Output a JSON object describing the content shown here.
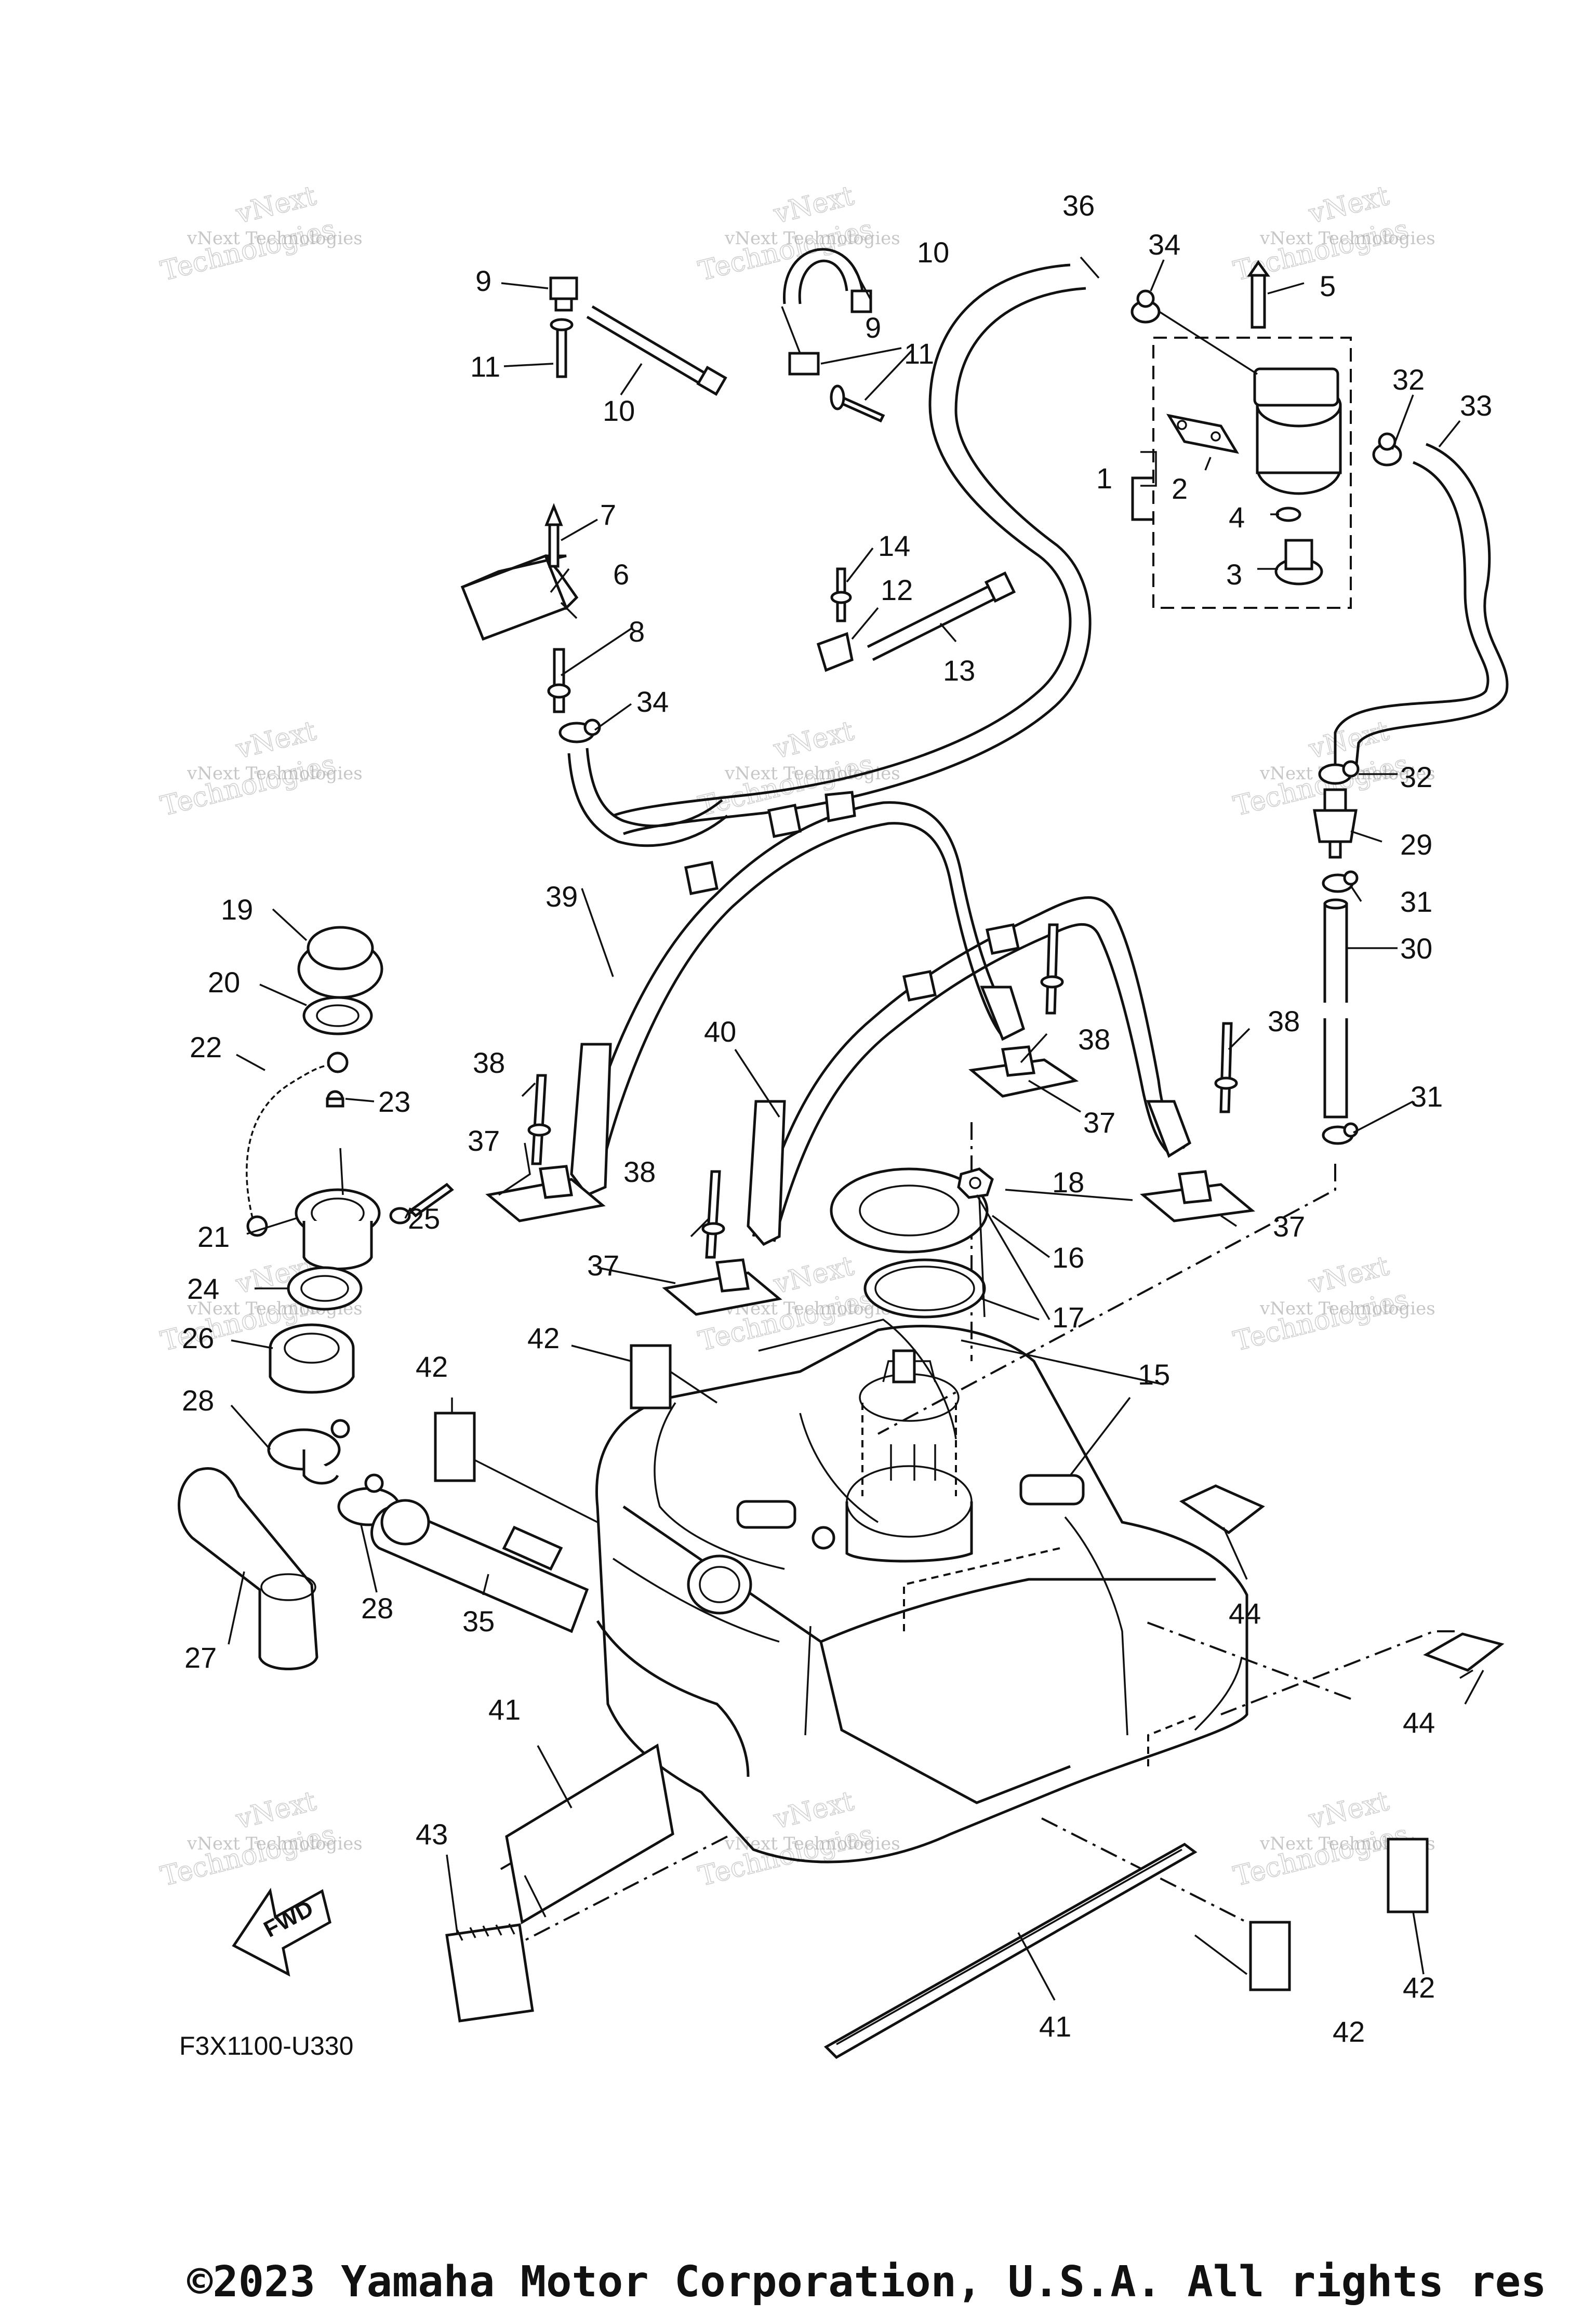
{
  "diagram_code": "F3X1100-U330",
  "fwd_label": "FWD",
  "copyright": "©2023 Yamaha Motor Corporation, U.S.A. All rights res",
  "watermark": {
    "line1": "vNext Technologies",
    "line2": "Technologies",
    "line3": "vNext"
  },
  "callouts": {
    "c1": "1",
    "c2": "2",
    "c3": "3",
    "c4": "4",
    "c5": "5",
    "c6": "6",
    "c7": "7",
    "c8": "8",
    "c9a": "9",
    "c9b": "9",
    "c10a": "10",
    "c10b": "10",
    "c11a": "11",
    "c11b": "11",
    "c12": "12",
    "c13": "13",
    "c14": "14",
    "c15": "15",
    "c16": "16",
    "c17": "17",
    "c18": "18",
    "c19": "19",
    "c20": "20",
    "c21": "21",
    "c22": "22",
    "c23": "23",
    "c24": "24",
    "c25": "25",
    "c26": "26",
    "c27": "27",
    "c28a": "28",
    "c28b": "28",
    "c29": "29",
    "c30": "30",
    "c31a": "31",
    "c31b": "31",
    "c32a": "32",
    "c32b": "32",
    "c33": "33",
    "c34a": "34",
    "c34b": "34",
    "c35": "35",
    "c36": "36",
    "c37a": "37",
    "c37b": "37",
    "c37c": "37",
    "c37d": "37",
    "c38a": "38",
    "c38b": "38",
    "c38c": "38",
    "c38d": "38",
    "c39": "39",
    "c40": "40",
    "c41a": "41",
    "c41b": "41",
    "c42a": "42",
    "c42b": "42",
    "c42c": "42",
    "c42d": "42",
    "c43": "43",
    "c44a": "44",
    "c44b": "44"
  }
}
